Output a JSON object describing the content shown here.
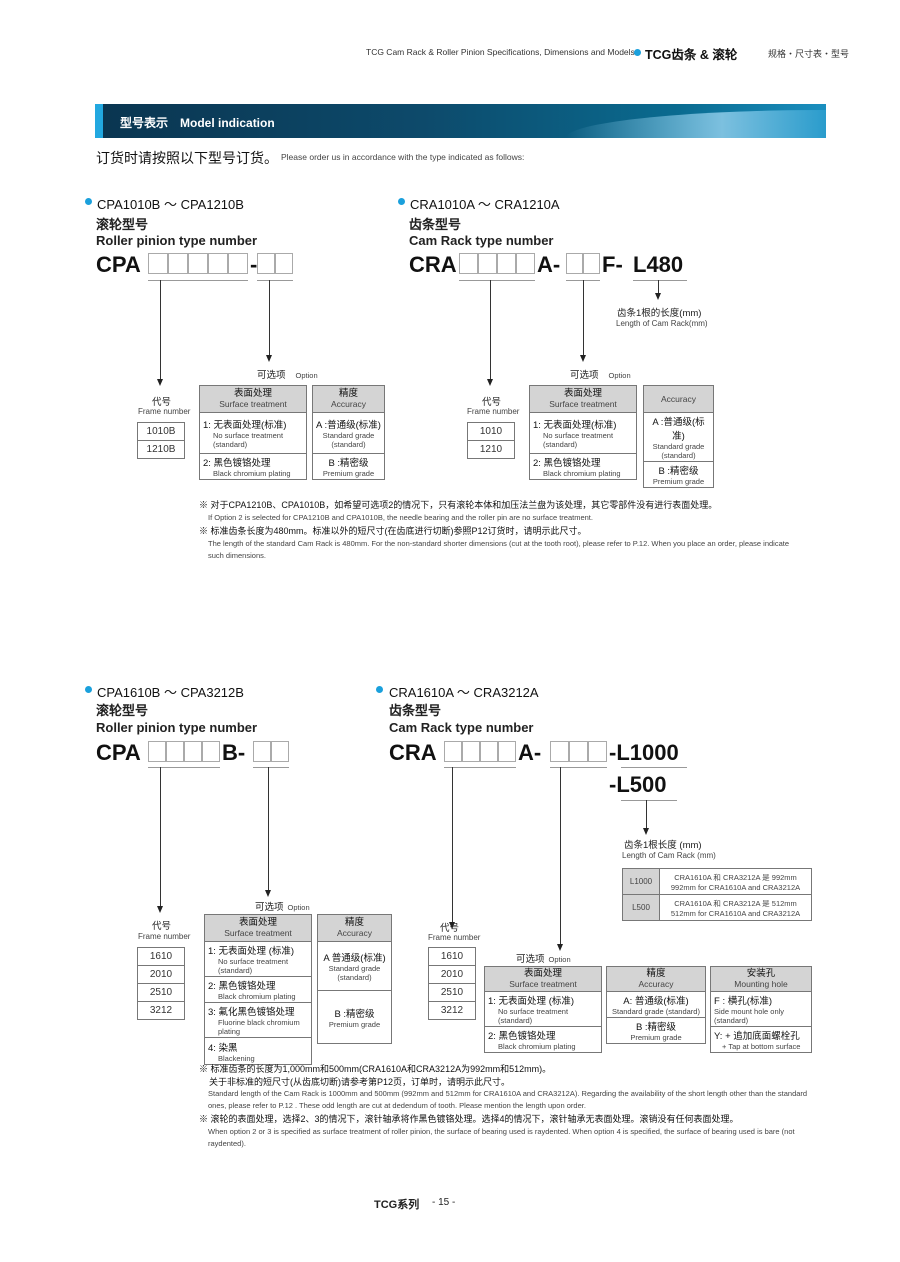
{
  "header": {
    "en_title": "TCG Cam Rack & Roller Pinion Specifications, Dimensions and Models",
    "brand": "TCG齿条 & 滚轮",
    "section": "规格・尺寸表・型号"
  },
  "banner": {
    "zh": "型号表示",
    "en": "Model indication"
  },
  "intro": {
    "zh": "订货时请按照以下型号订货。",
    "en": "Please order us in accordance with the type indicated as follows:"
  },
  "common": {
    "option_zh": "可选项",
    "option_en": "Option",
    "frame_zh": "代号",
    "frame_en": "Frame number",
    "surface_zh": "表面处理",
    "surface_en": "Surface treatment",
    "accuracy_zh": "精度",
    "accuracy_en": "Accuracy",
    "mount_zh": "安装孔",
    "mount_en": "Mounting hole",
    "s_no_zh": "1: 无表面处理(标准)",
    "s_no_zh2": "1: 无表面处理 (标准)",
    "s_no_en": "No surface treatment (standard)",
    "s_black_zh": "2: 黑色镀铬处理",
    "s_black_en": "Black chromium plating",
    "s_fluor_zh": "3: 氟化黑色镀铬处理",
    "s_fluor_en": "Fluorine black chromium plating",
    "s_blk_zh": "4: 染黑",
    "s_blk_en": "Blackening",
    "a_std_zh": "A :普通级(标准)",
    "a_std_zh2": "A 普通级(标准)",
    "a_std_zh3": "A: 普通级(标准)",
    "a_std_en": "Standard grade",
    "a_std_en2": "(standard)",
    "a_std_en3": "Standard grade (standard)",
    "a_prem_zh": "B :精密级",
    "a_prem_en": "Premium grade",
    "m_f_zh": "F : 横孔(标准)",
    "m_f_en": "Side mount hole only (standard)",
    "m_y_zh": "Y: + 追加底面螺栓孔",
    "m_y_en": "+ Tap at bottom surface"
  },
  "s1": {
    "range": "CPA1010B ～ CPA1210B",
    "zh": "滚轮型号",
    "en": "Roller pinion type number",
    "prefix": "CPA",
    "dash": "-",
    "frames": [
      "1010B",
      "1210B"
    ]
  },
  "s2": {
    "range": "CRA1010A ～ CRA1210A",
    "zh": "齿条型号",
    "en": "Cam Rack type number",
    "prefix": "CRA",
    "mid": "A-",
    "f": "F-",
    "length": "L480",
    "len_zh": "齿条1根的长度(mm)",
    "len_en": "Length of Cam Rack(mm)",
    "frames": [
      "1010",
      "1210"
    ]
  },
  "notes1": [
    "※ 对于CPA1210B、CPA1010B，如希望可选项2的情况下，只有滚轮本体和加压法兰盘为该处理，其它零部件没有进行表面处理。",
    "If Option 2 is selected for CPA1210B and CPA1010B, the needle bearing and the roller pin are no surface treatment.",
    "※ 标准齿条长度为480mm。标准以外的短尺寸(在齿底进行切断)参照P12订货时，请明示此尺寸。",
    "The length of the standard Cam Rack is 480mm. For the non-standard shorter dimensions (cut at the tooth root), please refer to P.12. When you place an order, please indicate",
    "such dimensions."
  ],
  "s3": {
    "range": "CPA1610B ～ CPA3212B",
    "zh": "滚轮型号",
    "en": "Roller pinion type number",
    "prefix": "CPA",
    "mid": "B-",
    "frames": [
      "1610",
      "2010",
      "2510",
      "3212"
    ]
  },
  "s4": {
    "range": "CRA1610A ～ CRA3212A",
    "zh": "齿条型号",
    "en": "Cam Rack type number",
    "prefix": "CRA",
    "mid": "A-",
    "len1": "-L1000",
    "len2": "-L500",
    "len_zh": "齿条1根长度 (mm)",
    "len_en": "Length of Cam Rack (mm)",
    "frames": [
      "1610",
      "2010",
      "2510",
      "3212"
    ],
    "len_table": [
      {
        "code": "L1000",
        "zh": "CRA1610A 和 CRA3212A 是 992mm",
        "en": "992mm for CRA1610A and CRA3212A"
      },
      {
        "code": "L500",
        "zh": "CRA1610A 和 CRA3212A 是 512mm",
        "en": "512mm for CRA1610A and CRA3212A"
      }
    ]
  },
  "notes2": [
    "※ 标准齿条的长度为1,000mm和500mm(CRA1610A和CRA3212A为992mm和512mm)。",
    "关于非标准的短尺寸(从齿底切断)请参考第P12页，订单时，请明示此尺寸。",
    "Standard length of the Cam Rack is 1000mm and 500mm (992mm and 512mm for CRA1610A and CRA3212A). Regarding the availability of the short length other than the standard",
    "ones, please refer to P.12 . These odd length are cut at dedendum of tooth. Please mention the length upon order.",
    "※ 滚轮的表面处理，选择2、3的情况下，滚针轴承将作黑色镀铬处理。选择4的情况下，滚针轴承无表面处理。滚销没有任何表面处理。",
    "When option 2 or 3 is specified as surface treatment of roller pinion, the surface of bearing used is raydented. When option 4 is specified, the surface of bearing used is bare (not",
    "raydented)."
  ],
  "footer": {
    "series": "TCG系列",
    "page": "- 15 -"
  }
}
